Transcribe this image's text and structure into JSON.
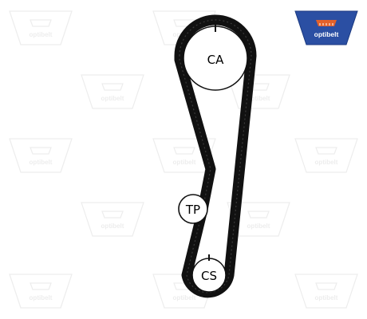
{
  "brand": {
    "name": "optibelt",
    "logo_bg": "#2b4fa3",
    "logo_accent": "#e2612a",
    "watermark_color": "#ededed"
  },
  "diagram": {
    "pulleys": {
      "ca": {
        "label": "CA"
      },
      "tp": {
        "label": "TP"
      },
      "cs": {
        "label": "CS"
      }
    },
    "belt_color": "#111111"
  }
}
